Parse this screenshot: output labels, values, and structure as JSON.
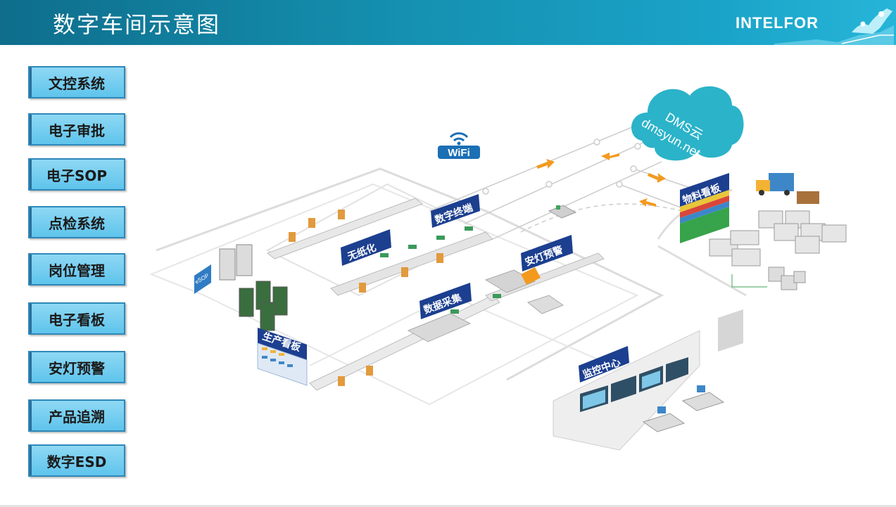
{
  "header": {
    "title": "数字车间示意图",
    "brand": "INTELFOR"
  },
  "sidebar": {
    "items": [
      {
        "label": "文控系统"
      },
      {
        "label": "电子审批"
      },
      {
        "label": "电子SOP"
      },
      {
        "label": "点检系统"
      },
      {
        "label": "岗位管理"
      },
      {
        "label": "电子看板"
      },
      {
        "label": "安灯预警"
      },
      {
        "label": "产品追溯"
      },
      {
        "label": "数字ESD"
      }
    ]
  },
  "diagram": {
    "wifi_label": "WiFi",
    "cloud_line1": "DMS云",
    "cloud_line2": "dmsyun.net",
    "esop_label": "eSOP",
    "tags": {
      "digital_terminal": "数字终端",
      "paperless": "无纸化",
      "andon": "安灯预警",
      "data_collection": "数据采集",
      "production_board": "生产看板",
      "material_board": "物料看板",
      "monitoring_center": "监控中心"
    }
  },
  "colors": {
    "header_start": "#0e6e8c",
    "header_end": "#26b5d8",
    "button_fill": "#6fcbef",
    "tag_fill": "#1c3f8f",
    "cloud": "#2bb3c9",
    "arrow": "#f39a1e"
  }
}
